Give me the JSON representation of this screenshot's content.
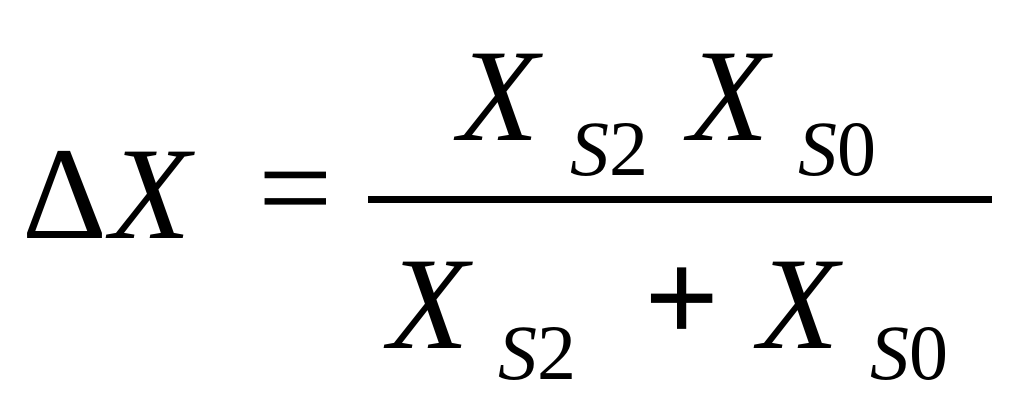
{
  "equation": {
    "lhs": {
      "delta": "Δ",
      "variable": "X"
    },
    "equals": "=",
    "numerator": {
      "term1": {
        "variable": "X",
        "sub_letter": "S",
        "sub_digit": "2"
      },
      "term2": {
        "variable": "X",
        "sub_letter": "S",
        "sub_digit": "0"
      }
    },
    "denominator": {
      "term1": {
        "variable": "X",
        "sub_letter": "S",
        "sub_digit": "2"
      },
      "operator": "+",
      "term2": {
        "variable": "X",
        "sub_letter": "S",
        "sub_digit": "0"
      }
    }
  }
}
